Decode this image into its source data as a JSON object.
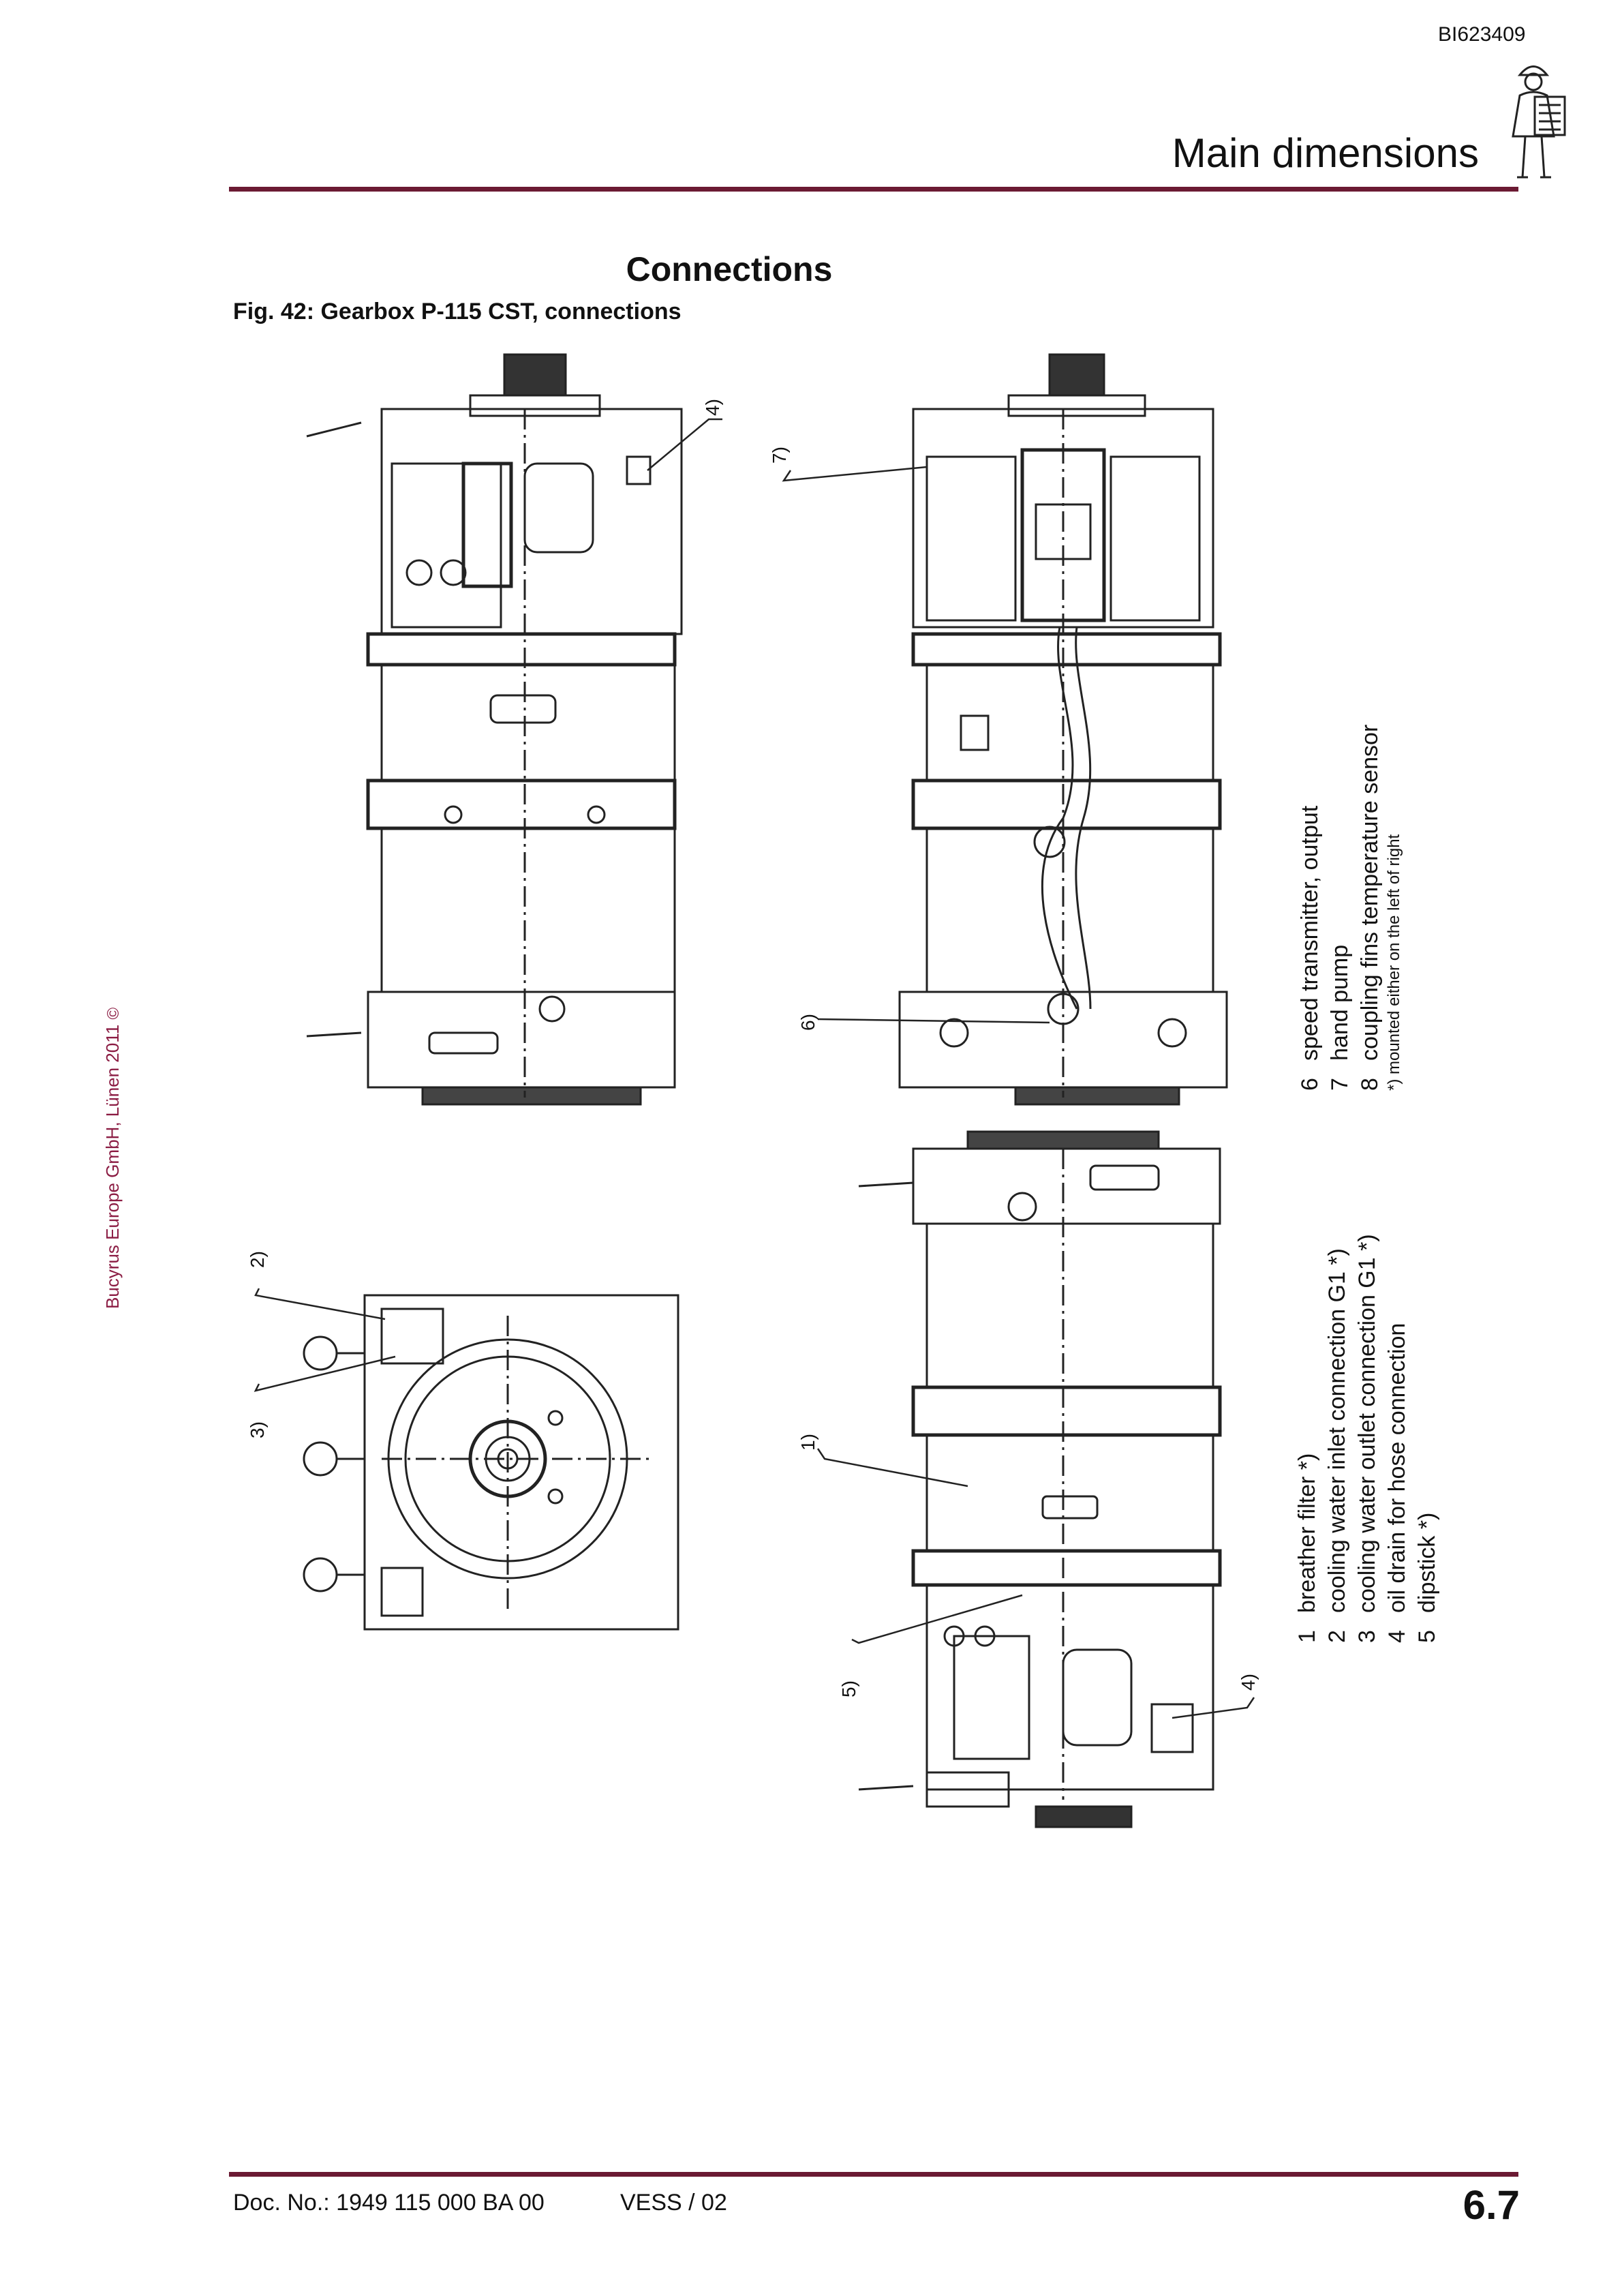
{
  "header": {
    "doc_id": "BI623409",
    "section_title": "Main dimensions"
  },
  "page": {
    "title": "Connections",
    "figure_caption": "Fig. 42:  Gearbox P-115 CST, connections",
    "copyright": "Bucyrus Europe GmbH, Lünen 2011",
    "copyright_symbol": "©"
  },
  "legend_top": {
    "items": [
      {
        "num": "6",
        "text": "speed transmitter, output"
      },
      {
        "num": "7",
        "text": "hand pump"
      },
      {
        "num": "8",
        "text": "coupling fins temperature sensor"
      }
    ],
    "note": "*)   mounted either on the left of right"
  },
  "legend_bottom": {
    "items": [
      {
        "num": "1",
        "text": "breather filter *)"
      },
      {
        "num": "2",
        "text": "cooling water inlet connection G1 *)"
      },
      {
        "num": "3",
        "text": "cooling water outlet connection G1 *)"
      },
      {
        "num": "4",
        "text": "oil drain for hose connection"
      },
      {
        "num": "5",
        "text": "dipstick *)"
      }
    ]
  },
  "callouts": {
    "c4a": "4)",
    "c7": "7)",
    "c6": "6)",
    "c2": "2)",
    "c3": "3)",
    "c1": "1)",
    "c5": "5)",
    "c4b": "4)"
  },
  "footer": {
    "doc_no": "Doc. No.: 1949 115 000 BA 00",
    "revision": "VESS / 02",
    "page_number": "6.7"
  }
}
